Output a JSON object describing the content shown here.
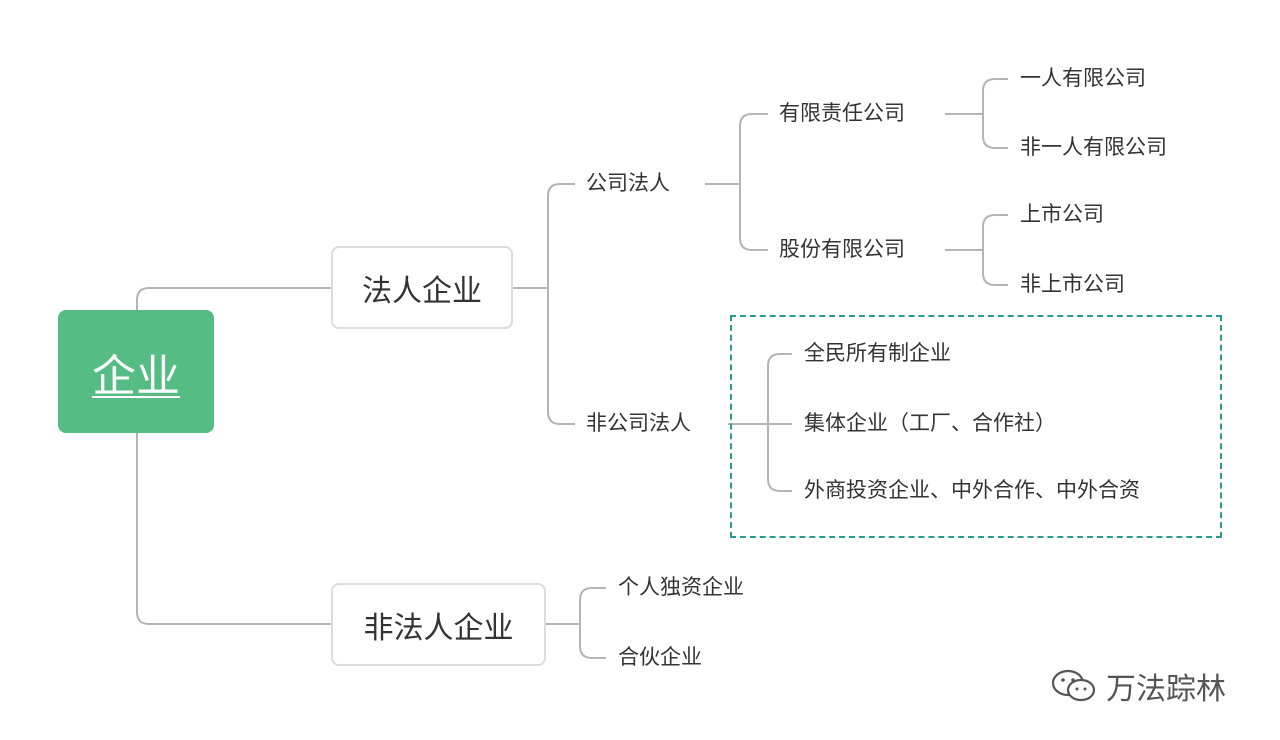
{
  "diagram": {
    "root": "企业",
    "level1": [
      "法人企业",
      "非法人企业"
    ],
    "company_legal": "公司法人",
    "non_company_legal": "非公司法人",
    "limited": "有限责任公司",
    "limited_children": [
      "一人有限公司",
      "非一人有限公司"
    ],
    "joint_stock": "股份有限公司",
    "joint_stock_children": [
      "上市公司",
      "非上市公司"
    ],
    "non_company_children": [
      "全民所有制企业",
      "集体企业（工厂、合作社）",
      "外商投资企业、中外合作、中外合资"
    ],
    "non_legal_children": [
      "个人独资企业",
      "合伙企业"
    ]
  },
  "watermark": {
    "text": "万法踪林",
    "icon": "wechat-icon"
  },
  "colors": {
    "root_fill": "#55bd83",
    "dashed_border": "#2a9b8f",
    "connector": "#b4b4b4"
  }
}
